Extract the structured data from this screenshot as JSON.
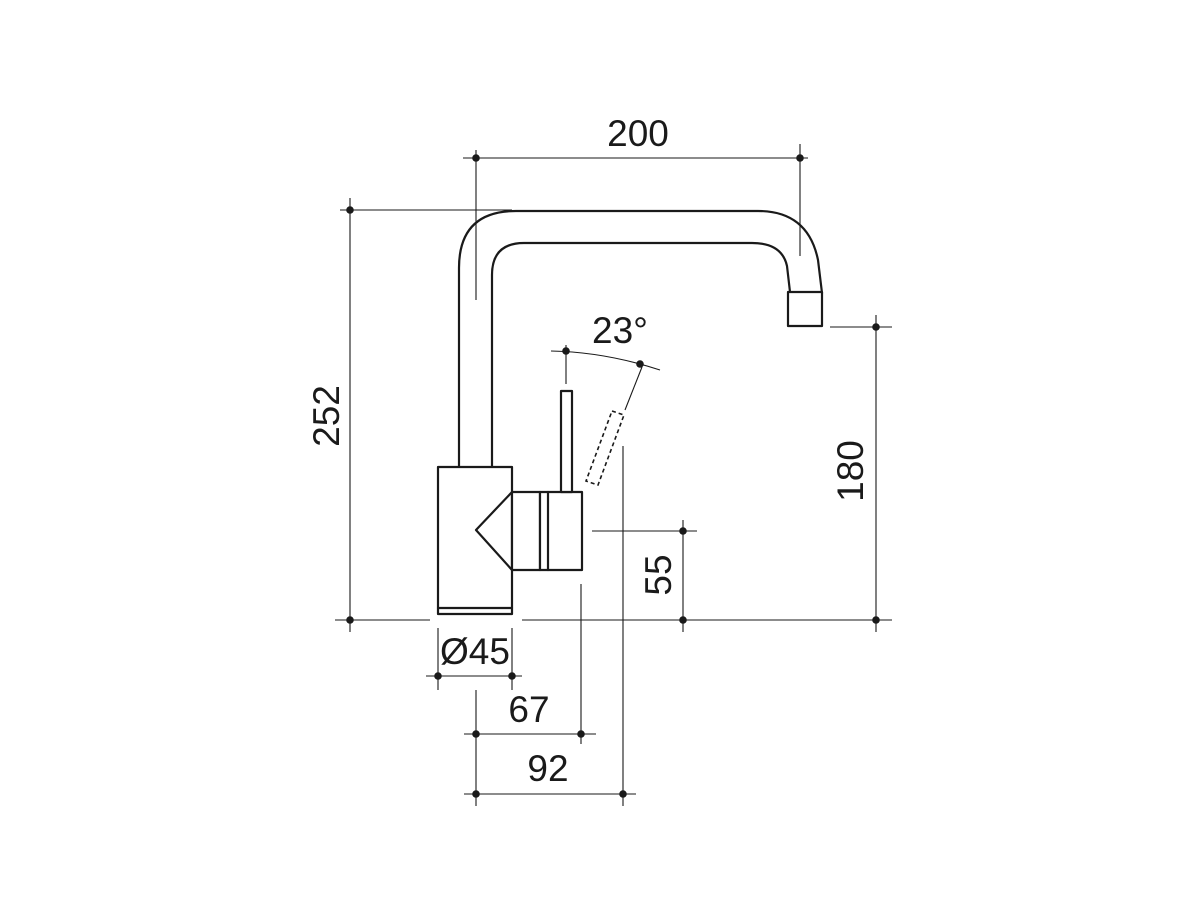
{
  "dimensions": {
    "spout_reach": "200",
    "overall_height": "252",
    "spout_height": "180",
    "lever_height": "55",
    "body_diameter": "Ø45",
    "lever_offset": "67",
    "overall_depth": "92",
    "lever_angle": "23°"
  },
  "colors": {
    "line": "#1a1a1a",
    "background": "#ffffff"
  }
}
